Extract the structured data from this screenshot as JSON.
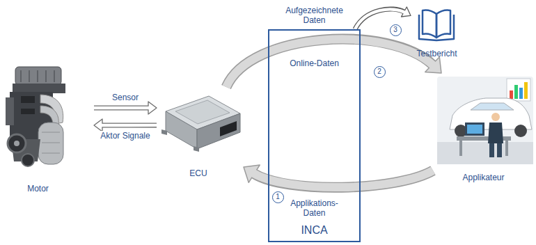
{
  "diagram": {
    "nodes": [
      {
        "text": [
          "Motor"
        ]
      },
      {
        "text": [
          "ECU"
        ]
      },
      {
        "text": [
          "Aufgezeichnete Daten",
          "Online-Daten",
          "Applikations- Daten",
          "INCA"
        ]
      },
      {
        "text": [
          "Testbericht"
        ]
      },
      {
        "text": [
          "Applikateur"
        ]
      }
    ],
    "edges": [
      {
        "from": 0,
        "to": 1,
        "label": "Sensor",
        "arrow": "to"
      },
      {
        "from": 1,
        "to": 0,
        "label": "Aktor Signale",
        "arrow": "to"
      },
      {
        "from": 1,
        "to": 4,
        "arrow": "to"
      },
      {
        "from": 4,
        "to": 1,
        "arrow": "to"
      },
      {
        "from": 2,
        "to": 3,
        "arrow": "to"
      }
    ],
    "labels": [
      "1",
      "2",
      "3"
    ]
  }
}
